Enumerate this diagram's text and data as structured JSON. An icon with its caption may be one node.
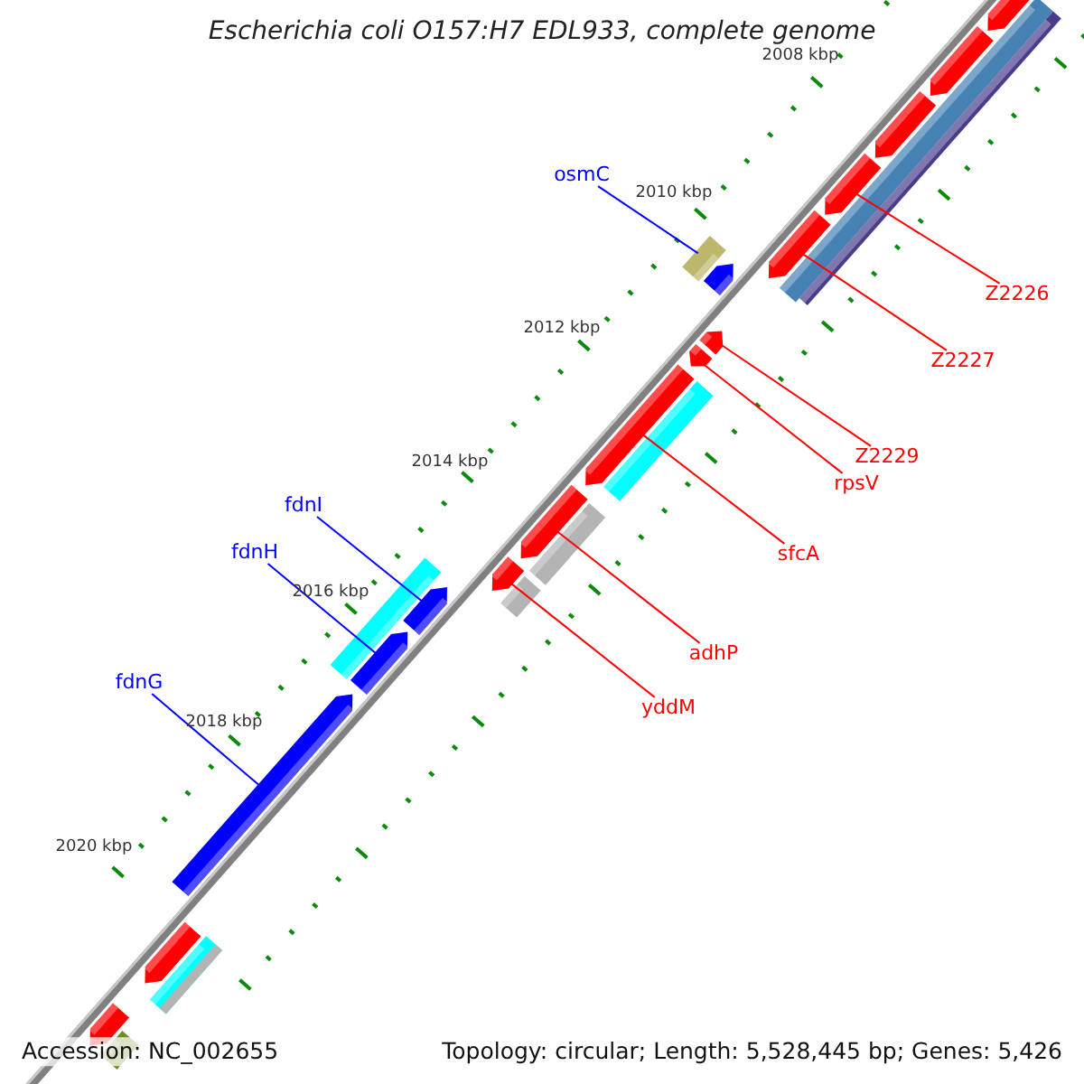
{
  "diagram": {
    "title": "Escherichia coli O157:H7 EDL933, complete genome",
    "nodes": [
      {
        "text": [
          "osmC"
        ]
      },
      {
        "text": [
          "Z2226"
        ]
      },
      {
        "text": [
          "Z2227"
        ]
      },
      {
        "text": [
          "Z2229"
        ]
      },
      {
        "text": [
          "rpsV"
        ]
      },
      {
        "text": [
          "fdnI"
        ]
      },
      {
        "text": [
          "sfcA"
        ]
      },
      {
        "text": [
          "fdnH"
        ]
      },
      {
        "text": [
          "adhP"
        ]
      },
      {
        "text": [
          "fdnG"
        ]
      },
      {
        "text": [
          "yddM"
        ]
      },
      {
        "text": [],
        "shape": "box"
      },
      {
        "text": [],
        "shape": "bar"
      },
      {
        "text": [],
        "shape": "bar"
      },
      {
        "text": [],
        "shape": "bar"
      },
      {
        "text": [],
        "shape": "bar"
      },
      {
        "text": [],
        "shape": "bar"
      },
      {
        "text": [],
        "shape": "bar"
      },
      {
        "text": [],
        "shape": "bar"
      },
      {
        "text": [],
        "shape": "bar"
      },
      {
        "text": [],
        "shape": "bar"
      },
      {
        "text": [],
        "shape": "bar"
      },
      {
        "text": [],
        "shape": "bar"
      },
      {
        "text": [],
        "shape": "bar"
      },
      {
        "text": [],
        "shape": "bar"
      },
      {
        "text": [],
        "shape": "bar"
      },
      {
        "text": [],
        "shape": "bar"
      },
      {
        "text": [],
        "shape": "box"
      },
      {
        "text": [],
        "shape": "box"
      },
      {
        "text": [],
        "shape": "box"
      },
      {
        "text": [],
        "shape": "box"
      },
      {
        "text": [],
        "shape": "box"
      },
      {
        "text": [],
        "shape": "box"
      },
      {
        "text": [],
        "shape": "box"
      },
      {
        "text": [],
        "shape": "bar"
      },
      {
        "text": [],
        "shape": "box"
      }
    ],
    "edges": [
      {
        "from": 0,
        "to": 11,
        "arrow": "none",
        "color": "#0000ff"
      },
      {
        "from": 1,
        "to": 12,
        "arrow": "none"
      },
      {
        "from": 2,
        "to": 13,
        "arrow": "none"
      },
      {
        "from": 3,
        "to": 14,
        "arrow": "none"
      },
      {
        "from": 4,
        "to": 15,
        "arrow": "none"
      },
      {
        "from": 5,
        "to": 16,
        "arrow": "none",
        "color": "#0000ff"
      },
      {
        "from": 6,
        "to": 17,
        "arrow": "none"
      },
      {
        "from": 7,
        "to": 18,
        "arrow": "none",
        "color": "#0000ff"
      },
      {
        "from": 8,
        "to": 19,
        "arrow": "none"
      },
      {
        "from": 9,
        "to": 20,
        "arrow": "none",
        "color": "#0000ff"
      },
      {
        "from": 10,
        "to": 21,
        "arrow": "none"
      }
    ],
    "labels": [
      "2008 kbp",
      "2010 kbp",
      "2012 kbp",
      "2014 kbp",
      "2016 kbp",
      "2018 kbp",
      "2020 kbp",
      "Accession: NC_002655",
      "Topology: circular; Length: 5,528,445 bp; Genes: 5,426"
    ]
  }
}
